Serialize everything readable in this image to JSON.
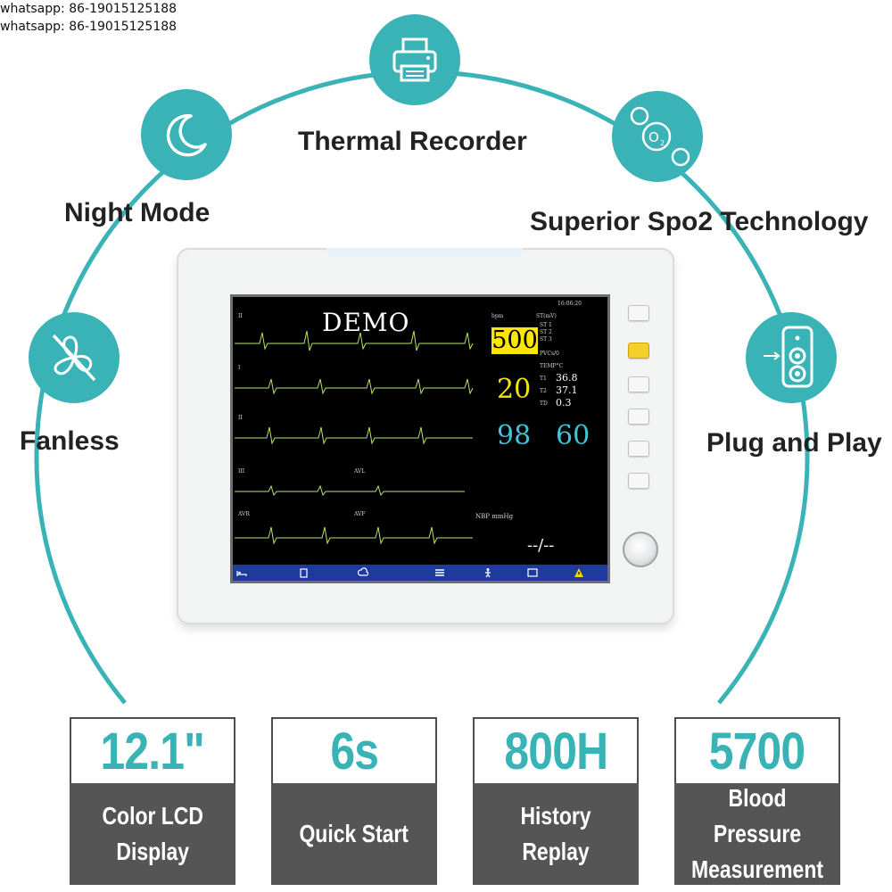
{
  "watermarks": [
    "whatsapp: 86-19015125188",
    "whatsapp: 86-19015125188"
  ],
  "features": {
    "thermal_recorder": "Thermal Recorder",
    "night_mode": "Night  Mode",
    "spo2": "Superior Spo2 Technology",
    "fanless": "Fanless",
    "plug_and_play": "Plug and Play"
  },
  "screen": {
    "demo": "DEMO",
    "heart_rate": "500",
    "resp_rate": "20",
    "spo2": "98",
    "pulse_rate": "60",
    "temp_t1": "36.8",
    "temp_t2": "37.1",
    "temp_td": "0.3",
    "nibp_unit": "NBP  mmHg",
    "nibp_value": "--/--",
    "hr_unit": "bpm",
    "temp_label": "TEMP°C",
    "t1": "T1",
    "t2": "T2",
    "td": "TD",
    "st_label": "ST(mV)",
    "st1": "ST 1",
    "st2": "ST 2",
    "st3": "ST 3",
    "pvcs": "PVCs/0",
    "lead_ii": "II",
    "lead_i": "I",
    "lead_iii": "III",
    "lead_avl": "AVL",
    "lead_avr": "AVR",
    "lead_avf": "AVF",
    "clock": "16:06:20"
  },
  "colors": {
    "accent": "#39b3b5",
    "ecg": "#b7e36a",
    "screen_toolbar": "#1e3a9c",
    "spec_bar": "#555555"
  },
  "specs": [
    {
      "value": "12.1\"",
      "desc": "Color LCD\nDisplay"
    },
    {
      "value": "6s",
      "desc": "Quick Start"
    },
    {
      "value": "800H",
      "desc": "History Replay"
    },
    {
      "value": "5700",
      "desc": "Blood Pressure\nMeasurement"
    }
  ],
  "icons": {
    "thermal_recorder": "printer-icon",
    "night_mode": "moon-icon",
    "spo2": "oxygen-bubbles-icon",
    "fanless": "no-fan-icon",
    "plug_and_play": "plug-port-icon"
  }
}
